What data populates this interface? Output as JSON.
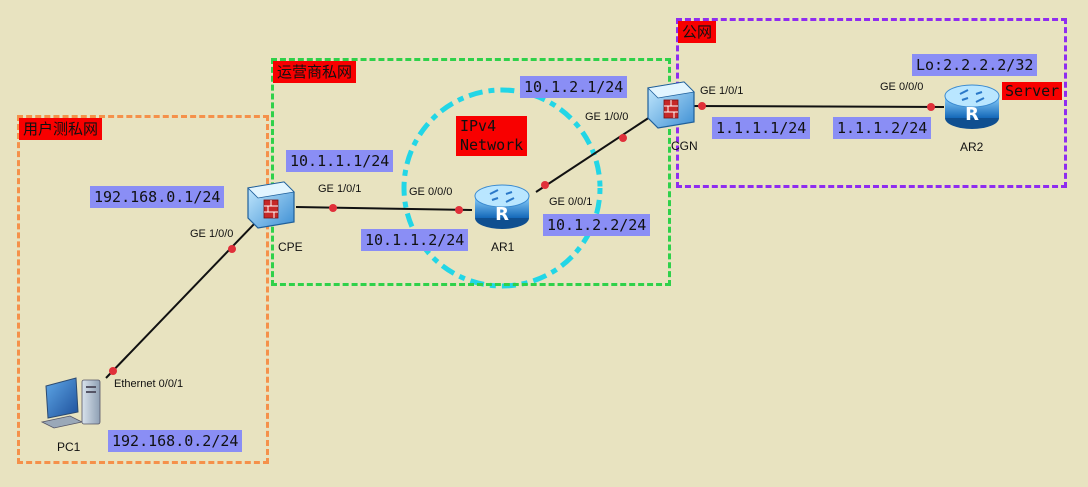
{
  "zones": {
    "user": {
      "label": "用户测私网",
      "color": "#f5914a"
    },
    "isp": {
      "label": "运营商私网",
      "color": "#2fd14a"
    },
    "public": {
      "label": "公网",
      "color": "#8f2cf0"
    }
  },
  "ipv4_network": {
    "line1": "IPv4",
    "line2": "Network",
    "circle_color": "#22d6e6"
  },
  "devices": {
    "pc1": {
      "name": "PC1",
      "icon": "computer-icon"
    },
    "cpe": {
      "name": "CPE",
      "icon": "firewall-icon"
    },
    "ar1": {
      "name": "AR1",
      "icon": "router-icon"
    },
    "cgn": {
      "name": "CGN",
      "icon": "firewall-icon"
    },
    "ar2": {
      "name": "AR2",
      "icon": "router-icon"
    }
  },
  "ports": {
    "pc1_eth": "Ethernet 0/0/1",
    "cpe_g100": "GE 1/0/0",
    "cpe_g101": "GE 1/0/1",
    "ar1_g000": "GE 0/0/0",
    "ar1_g001": "GE 0/0/1",
    "cgn_g100": "GE 1/0/0",
    "cgn_g101": "GE 1/0/1",
    "ar2_g000": "GE 0/0/0"
  },
  "ips": {
    "pc1": "192.168.0.2/24",
    "cpe_lan": "192.168.0.1/24",
    "cpe_wan": "10.1.1.1/24",
    "ar1_g000": "10.1.1.2/24",
    "ar1_g001": "10.1.2.2/24",
    "cgn_g100": "10.1.2.1/24",
    "cgn_g101": "1.1.1.1/24",
    "ar2_g000": "1.1.1.2/24",
    "ar2_lo": "Lo:2.2.2.2/32"
  },
  "server_label": "Server",
  "colors": {
    "background": "#e8e3c0",
    "tag_red": "#f80000",
    "ip_blue": "#8a8ef5",
    "port_dot": "#e0303a"
  }
}
